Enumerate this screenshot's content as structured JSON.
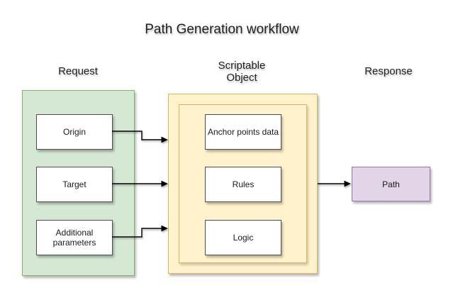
{
  "title": "Path Generation workflow",
  "columns": [
    {
      "label": "Request"
    },
    {
      "label": "Scriptable Object"
    },
    {
      "label": "Response"
    }
  ],
  "request_group": {
    "nodes": [
      {
        "label": "Origin"
      },
      {
        "label": "Target"
      },
      {
        "label": "Additional parameters"
      }
    ]
  },
  "scriptable_group": {
    "nodes": [
      {
        "label": "Anchor points data"
      },
      {
        "label": "Rules"
      },
      {
        "label": "Logic"
      }
    ]
  },
  "response_group": {
    "nodes": [
      {
        "label": "Path"
      }
    ]
  },
  "connectors": [
    {
      "from": "Origin",
      "to": "Scriptable Object"
    },
    {
      "from": "Target",
      "to": "Scriptable Object"
    },
    {
      "from": "Additional parameters",
      "to": "Scriptable Object"
    },
    {
      "from": "Scriptable Object",
      "to": "Path"
    }
  ],
  "colors": {
    "request_group_fill": "#d5e8d4",
    "request_group_border": "#82b366",
    "scriptable_group_fill": "#fff2cc",
    "scriptable_group_border": "#d6b656",
    "path_fill": "#e1d5e7",
    "path_border": "#9673a6",
    "node_fill": "#ffffff",
    "node_border": "#4d4d4d",
    "connector": "#000000",
    "background": "#ffffff"
  }
}
